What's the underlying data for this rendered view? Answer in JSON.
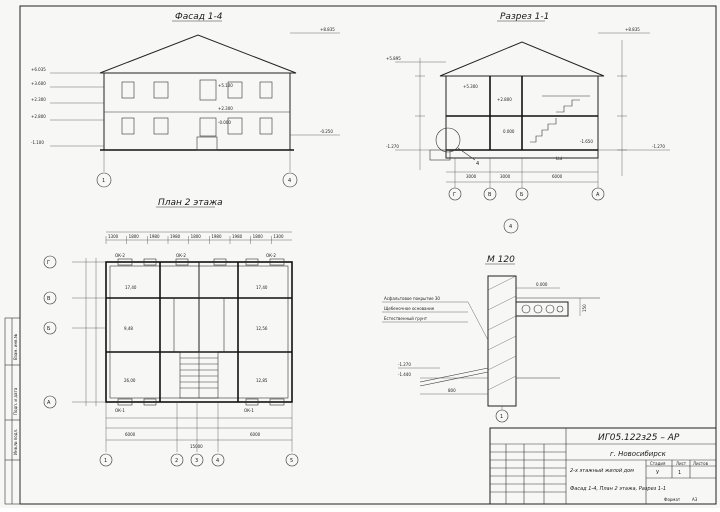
{
  "views": {
    "facade": {
      "title": "Фасад 1-4",
      "levels": [
        "+8.835",
        "+6.035",
        "+5.100",
        "+3.600",
        "+2.300",
        "+2.800",
        "-0.000",
        "-0.250",
        "-1.100"
      ],
      "axes": [
        "1",
        "4"
      ]
    },
    "section": {
      "title": "Разрез 1-1",
      "levels_left": [
        "+5.895",
        "-1.270"
      ],
      "levels_right": [
        "+8.835",
        "-1.270"
      ],
      "inner_levels": [
        "+5.300",
        "+2.800",
        "0.000",
        "-1.650"
      ],
      "axes": [
        "Г",
        "В",
        "Б",
        "А"
      ],
      "dims": [
        "3000",
        "3000",
        "6000"
      ],
      "callout": "4",
      "stair_label": "Ltd"
    },
    "plan": {
      "title": "План 2 этажа",
      "axes_top": [
        "Г",
        "В",
        "Б",
        "А"
      ],
      "axes_bottom": [
        "1",
        "2",
        "3",
        "4",
        "5"
      ],
      "window_labels": [
        "ОК-2",
        "ОК-1"
      ],
      "dims_top": [
        "1300",
        "1800",
        "1980",
        "1980",
        "1800",
        "1980",
        "1980",
        "1800",
        "1300"
      ],
      "dims_bottom": [
        "6000",
        "6000"
      ],
      "overall": "15000",
      "rooms": [
        "17,40",
        "9,48",
        "12,56",
        "26,00",
        "12,85"
      ]
    },
    "detail": {
      "title": "М 120",
      "layers": [
        "Асфальтовое покрытие 30",
        "Щебеночное основание",
        "Естественный грунт"
      ],
      "levels": [
        "0.000",
        "-1.270",
        "-1.440"
      ],
      "dims": [
        "800",
        "150"
      ],
      "axis": "1"
    }
  },
  "title_block": {
    "code": "ИГ05.122з25 – АР",
    "city": "г. Новосибирск",
    "building": "2-х этажный жилой дом",
    "sheet_content": "Фасад 1-4, План 2 этажа, Разрез 1-1",
    "stage_header": "Стадия",
    "sheet_header": "Лист",
    "sheets_header": "Листов",
    "stage": "У",
    "sheet": "1",
    "format_label": "Формат",
    "format": "А3",
    "side_stamps": [
      "Инв.№ подл.",
      "Подп. и дата",
      "Взам. инв.№"
    ]
  }
}
